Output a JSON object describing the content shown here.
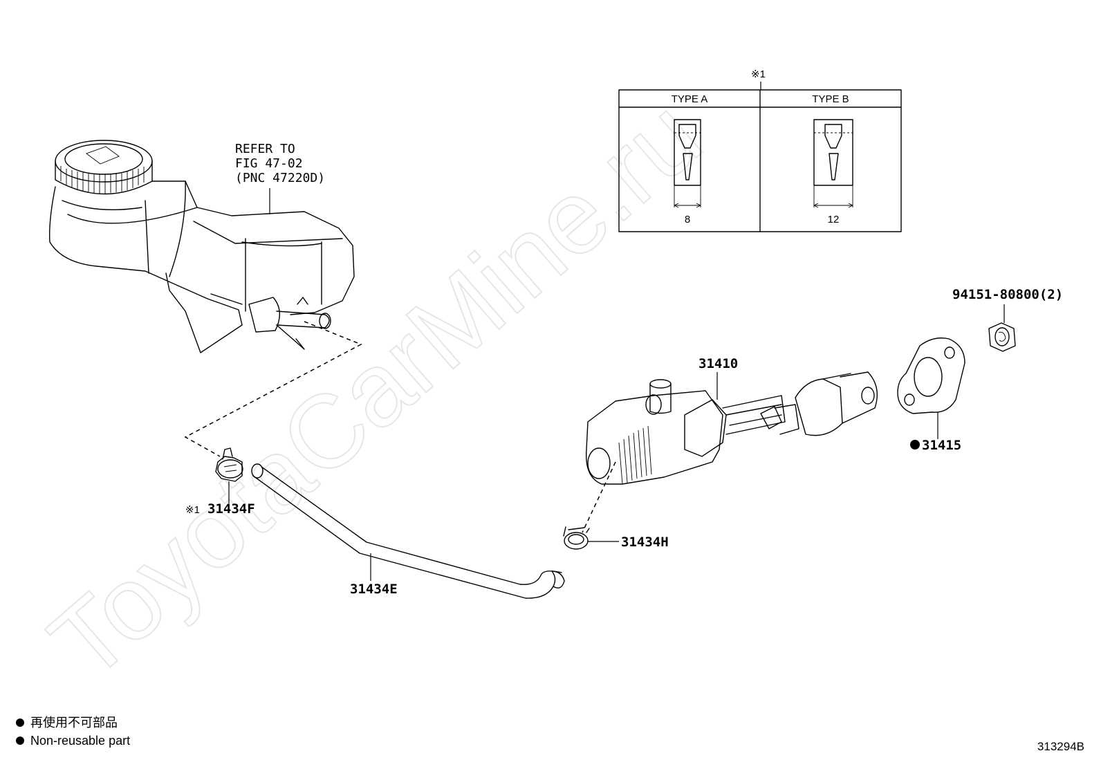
{
  "watermark": "ToyotaCarMine.ru",
  "reservoir": {
    "refer_line1": "REFER TO",
    "refer_line2": "FIG 47-02",
    "refer_line3": "(PNC 47220D)"
  },
  "clip_table": {
    "note_mark": "※1",
    "type_a": {
      "title": "TYPE A",
      "dimension": "8"
    },
    "type_b": {
      "title": "TYPE B",
      "dimension": "12"
    }
  },
  "parts": {
    "p31410": "31410",
    "p31415": "31415",
    "p94151": "94151-80800(2)",
    "p31434F": "31434F",
    "p31434F_note": "※1",
    "p31434H": "31434H",
    "p31434E": "31434E"
  },
  "legend": {
    "japanese": "再使用不可部品",
    "english": "Non-reusable part"
  },
  "figure_code": "313294B"
}
